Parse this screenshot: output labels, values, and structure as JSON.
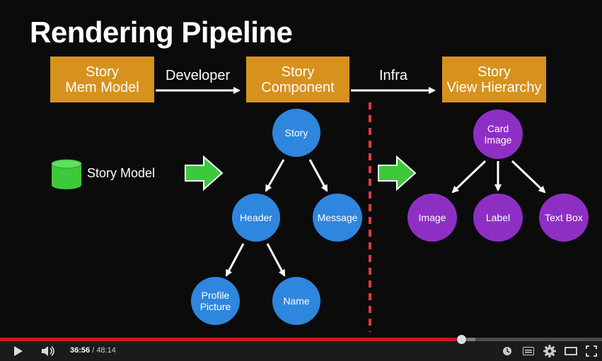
{
  "slide": {
    "title": "Rendering Pipeline",
    "pipeline": {
      "stages": [
        "Story\nMem Model",
        "Story\nComponent",
        "Story\nView Hierarchy"
      ],
      "edges": [
        "Developer",
        "Infra"
      ]
    },
    "story_model_label": "Story Model",
    "component_tree": [
      "Story",
      "Header",
      "Message",
      "Profile\nPicture",
      "Name"
    ],
    "view_tree": [
      "Card\nImage",
      "Image",
      "Label",
      "Text Box"
    ],
    "colors": {
      "stage_box": "#d6921c",
      "component_node": "#2e86de",
      "view_node": "#8e2fc4",
      "arrow_green": "#3cc93c",
      "divider": "#e23b3b",
      "db": "#3cc93c"
    }
  },
  "player": {
    "current_time": "36:56",
    "duration": "48:14",
    "progress": 0.766,
    "buffered": 0.79,
    "icons": [
      "play-icon",
      "volume-icon",
      "watch-later-icon",
      "captions-icon",
      "settings-icon",
      "theater-mode-icon",
      "fullscreen-icon"
    ],
    "colors": {
      "played": "#cc181e",
      "bar_bg": "#1b1b1b"
    }
  }
}
